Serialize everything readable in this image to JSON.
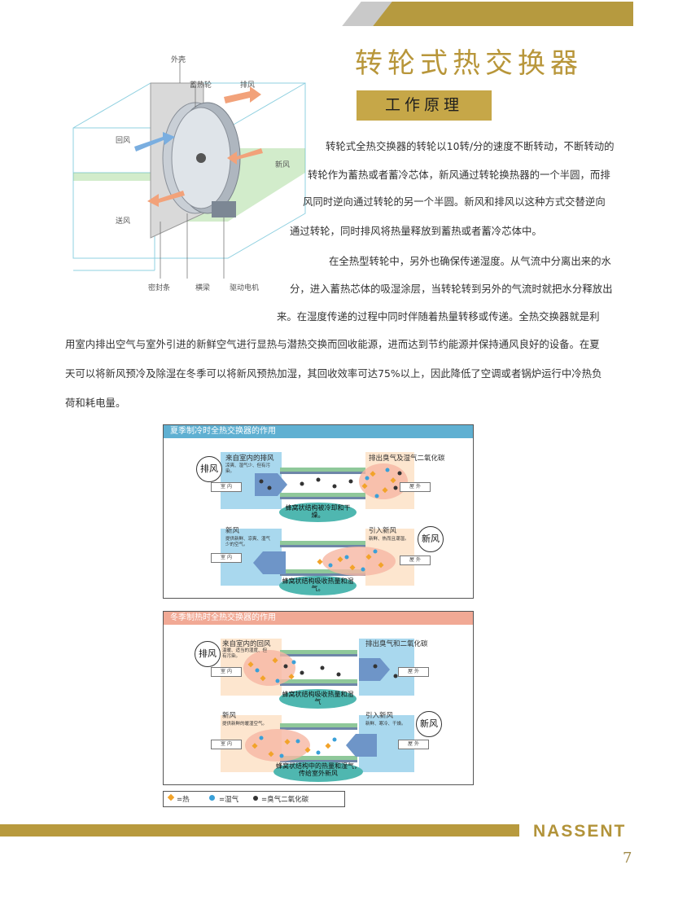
{
  "title": "转轮式热交换器",
  "subtitle": "工作原理",
  "diagram_labels": {
    "shell": "外壳",
    "wheel": "蓄热轮",
    "exhaust": "排风",
    "return_air": "回风",
    "fresh_air": "新风",
    "supply_air": "送风",
    "seal": "密封条",
    "beam": "横梁",
    "motor": "驱动电机"
  },
  "paragraph_lines": [
    "转轮式全热交换器的转轮以10转/分的速度不断转动，不断转动的",
    "转轮作为蓄热或者蓄冷芯体，新风通过转轮换热器的一个半圆，而排",
    "风同时逆向通过转轮的另一个半圆。新风和排风以这种方式交替逆向",
    "通过转轮，同时排风将热量释放到蓄热或者蓄冷芯体中。",
    "在全热型转轮中，另外也确保传递湿度。从气流中分离出来的水",
    "分，进入蓄热芯体的吸湿涂层，当转轮转到另外的气流时就把水分释放出",
    "来。在湿度传递的过程中同时伴随着热量转移或传递。全热交换器就是利",
    "用室内排出空气与室外引进的新鲜空气进行显热与潜热交换而回收能源，进而达到节约能源并保持通风良好的设备。在夏",
    "天可以将新风预冷及除湿在冬季可以将新风预热加湿，其回收效率可达75%以上，因此降低了空调或者锅炉运行中冷热负",
    "荷和耗电量。"
  ],
  "summer": {
    "title": "夏季制冷时全热交换器的作用",
    "exhaust_circle": "排风",
    "exhaust_from": "来自室内的排风",
    "exhaust_note": "凉爽、湿气少、但有污染。",
    "exhaust_out": "排出臭气及湿气二氧化碳",
    "indoor": "室 内",
    "outdoor": "屋 外",
    "core_cooled": "蜂窝状结构被冷却和干燥。",
    "fresh_label": "新风",
    "fresh_note": "提供新鲜、凉爽、湿气少的空气。",
    "fresh_in": "引入新风",
    "fresh_in_note": "新鲜、热而且潮湿。",
    "fresh_circle": "新风",
    "indoor2": "室 内",
    "outdoor2": "屋 外",
    "core_absorb": "蜂窝状结构吸收热量和湿气。"
  },
  "winter": {
    "title": "冬季制热时全热交换器的作用",
    "exhaust_circle": "排风",
    "exhaust_from": "来自室内的回风",
    "exhaust_note": "温暖、适当的湿度、但有污染。",
    "exhaust_out": "排出臭气和二氧化碳",
    "indoor": "室 内",
    "outdoor": "屋 外",
    "core_absorb": "蜂窝状结构吸收热量和湿气",
    "fresh_label": "新风",
    "fresh_note": "提供新鲜的暖湿空气。",
    "fresh_in": "引入新风",
    "fresh_in_note": "新鲜、寒冷、干燥。",
    "fresh_circle": "新风",
    "indoor2": "室 内",
    "outdoor2": "屋 外",
    "core_release": "蜂窝状结构中的热量和湿气，传给室外新风"
  },
  "legend": {
    "heat": "=热",
    "moisture": "=湿气",
    "odor": "=臭气二氧化碳"
  },
  "brand": "NASSENT",
  "page_number": "7",
  "colors": {
    "gold": "#b69a3f",
    "summer_header": "#5fb0d2",
    "winter_header": "#f1a995",
    "teal": "#4fb7b0"
  }
}
